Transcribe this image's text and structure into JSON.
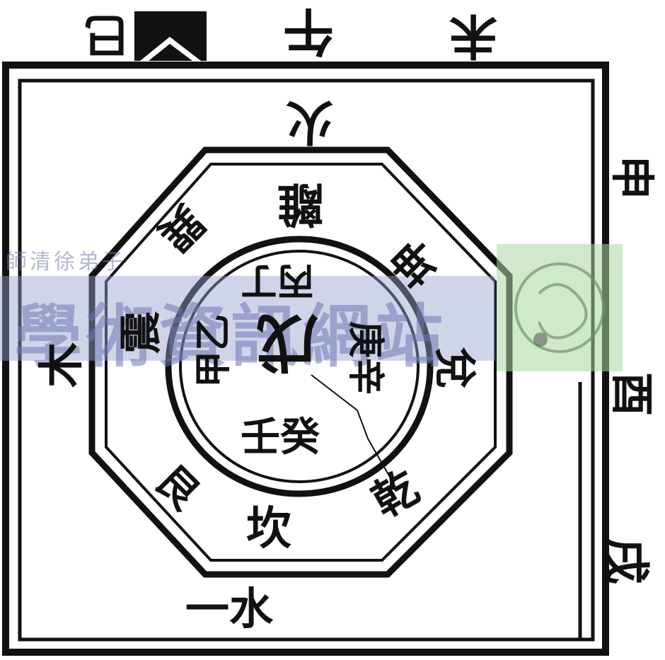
{
  "outer_top": {
    "wu": "午",
    "wei": "未",
    "si": "巳"
  },
  "outer_right": {
    "shen": "申",
    "you": "酉",
    "xu": "戌"
  },
  "square_ring": {
    "fire": "火",
    "wood": "木",
    "water_one": "一水"
  },
  "octagon_ring": {
    "li": "離",
    "kun": "坤",
    "dui": "兌",
    "qian": "乾",
    "kan": "坎",
    "gen": "艮",
    "zhen": "震",
    "xun": "巽"
  },
  "inner_circle": {
    "bing_ding": "丙丁",
    "wu_center": "戊",
    "jia_yi": "甲乙",
    "geng_xin": "庚辛",
    "ren_gui": "壬癸"
  },
  "colors": {
    "ink": "#111111",
    "paper": "#ffffff",
    "watermark_blue": "#8c96c8",
    "watermark_green": "#a8d49c"
  },
  "watermark": {
    "small_text": "師清徐弟子",
    "big_text": "學術資訊網站",
    "logo_icon": "yin-yang-icon"
  }
}
